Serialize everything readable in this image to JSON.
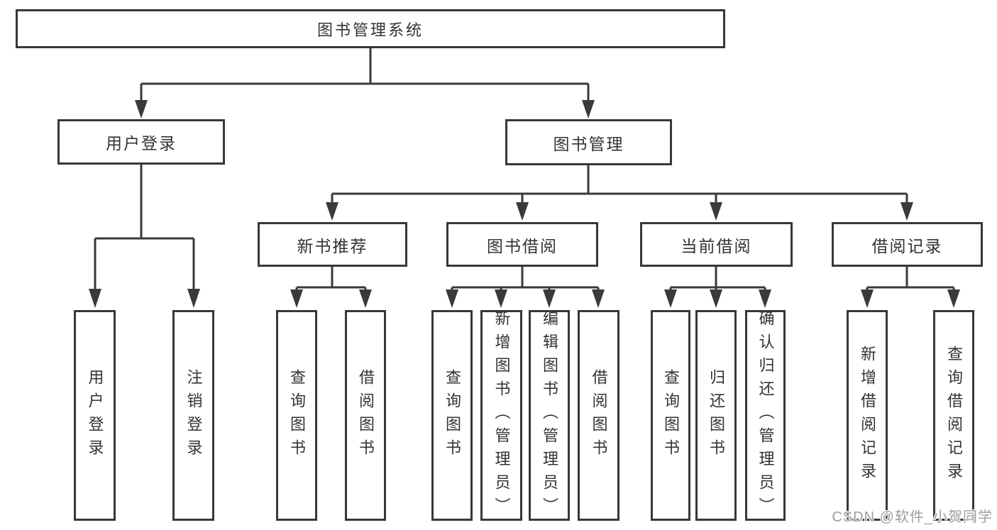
{
  "tree": {
    "root": {
      "label": "图书管理系统",
      "children": [
        {
          "label": "用户登录",
          "children": [
            {
              "label": "用户登录"
            },
            {
              "label": "注销登录"
            }
          ]
        },
        {
          "label": "图书管理",
          "children": [
            {
              "label": "新书推荐",
              "children": [
                {
                  "label": "查询图书"
                },
                {
                  "label": "借阅图书"
                }
              ]
            },
            {
              "label": "图书借阅",
              "children": [
                {
                  "label": "查询图书"
                },
                {
                  "label": "新增图书（管理员）"
                },
                {
                  "label": "编辑图书（管理员）"
                },
                {
                  "label": "借阅图书"
                }
              ]
            },
            {
              "label": "当前借阅",
              "children": [
                {
                  "label": "查询图书"
                },
                {
                  "label": "归还图书"
                },
                {
                  "label": "确认归还（管理员）"
                }
              ]
            },
            {
              "label": "借阅记录",
              "children": [
                {
                  "label": "新增借阅记录"
                },
                {
                  "label": "查询借阅记录"
                }
              ]
            }
          ]
        }
      ]
    }
  },
  "watermark": {
    "text": "CSDN @软件_小贺同学"
  },
  "colors": {
    "line": "#3a3a3a",
    "border": "#383838",
    "text": "#333333",
    "background": "#ffffff",
    "watermark": "#9e9e9e"
  }
}
